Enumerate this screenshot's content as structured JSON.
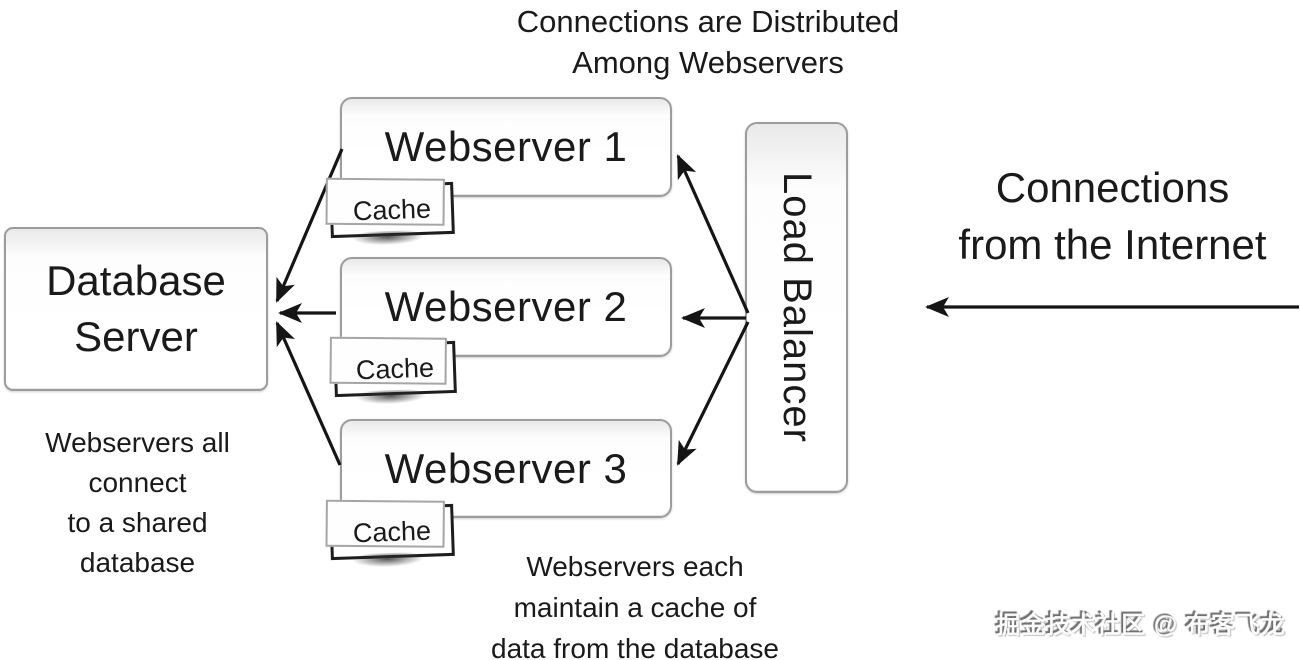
{
  "title": {
    "line1": "Connections are Distributed",
    "line2": "Among Webservers"
  },
  "nodes": {
    "webserver1": "Webserver 1",
    "webserver2": "Webserver 2",
    "webserver3": "Webserver 3",
    "cache": "Cache",
    "database_line1": "Database",
    "database_line2": "Server",
    "load_balancer": "Load Balancer"
  },
  "annotations": {
    "internet_line1": "Connections",
    "internet_line2": "from the Internet",
    "db_note_line1": "Webservers all",
    "db_note_line2": "connect",
    "db_note_line3": "to a shared",
    "db_note_line4": "database",
    "cache_note_line1": "Webservers each",
    "cache_note_line2": "maintain a cache of",
    "cache_note_line3": "data from the database"
  },
  "watermark": "掘金技术社区 @ 布客飞龙",
  "colors": {
    "ink": "#1a1a1a",
    "box_border": "#9c9c9c",
    "arrow": "#151515",
    "background": "#ffffff"
  }
}
